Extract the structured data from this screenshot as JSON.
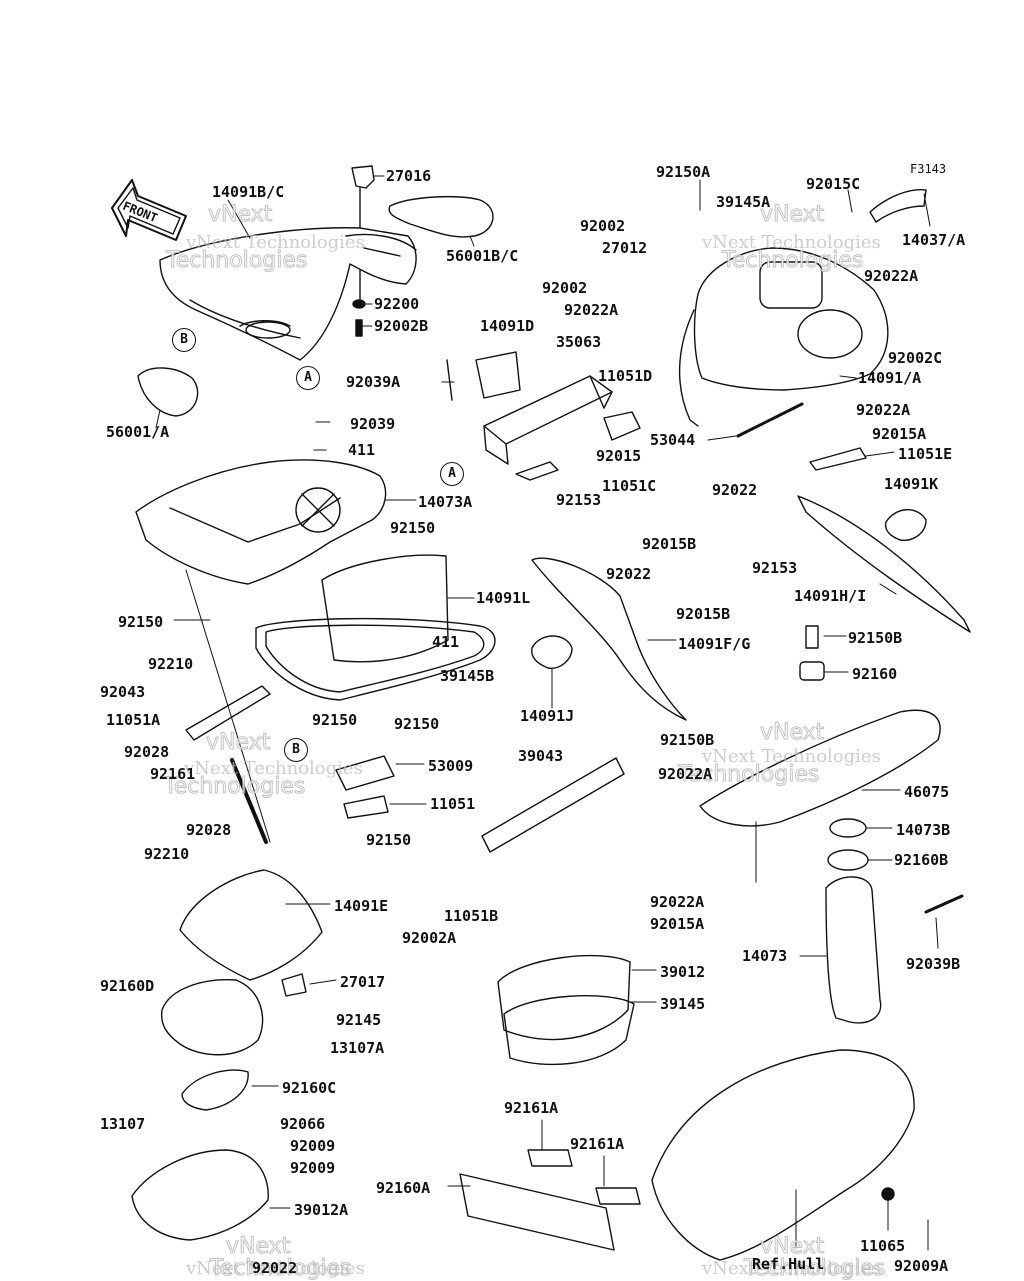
{
  "figure_code": "F3143",
  "watermarks": {
    "brand": "vNext Technologies",
    "word1": "vNext",
    "word2": "Technologies"
  },
  "front_arrow": "FRONT",
  "callouts": {
    "a": "A",
    "b": "B"
  },
  "parts": {
    "p_27016": "27016",
    "p_14091bc": "14091B/C",
    "p_56001bc": "56001B/C",
    "p_92200": "92200",
    "p_92002b": "92002B",
    "p_14091d": "14091D",
    "p_35063": "35063",
    "p_11051d": "11051D",
    "p_92039a": "92039A",
    "p_56001a": "56001/A",
    "p_92039": "92039",
    "p_411a": "411",
    "p_92015": "92015",
    "p_11051c": "11051C",
    "p_14073a": "14073A",
    "p_92150a_mid": "92150",
    "p_92153a": "92153",
    "p_92015b_a": "92015B",
    "p_92022_a": "92022",
    "p_92022_b": "92022",
    "p_92153b": "92153",
    "p_92015b_b": "92015B",
    "p_14091l": "14091L",
    "p_92150_left": "92150",
    "p_411b": "411",
    "p_39145b": "39145B",
    "p_14091fg": "14091F/G",
    "p_14091j": "14091J",
    "p_92210a": "92210",
    "p_92043": "92043",
    "p_11051a": "11051A",
    "p_92150_c": "92150",
    "p_92150_d": "92150",
    "p_92028a": "92028",
    "p_92161": "92161",
    "p_53009": "53009",
    "p_11051": "11051",
    "p_39043": "39043",
    "p_92150_e": "92150",
    "p_92028b": "92028",
    "p_92210b": "92210",
    "p_14091e": "14091E",
    "p_11051b": "11051B",
    "p_92002a_b": "92002A",
    "p_27017": "27017",
    "p_92160d": "92160D",
    "p_92145": "92145",
    "p_13107a": "13107A",
    "p_92160c": "92160C",
    "p_13107": "13107",
    "p_92066": "92066",
    "p_92009a": "92009",
    "p_92009b": "92009",
    "p_39012a": "39012A",
    "p_92022_bot": "92022",
    "p_39012": "39012",
    "p_39145": "39145",
    "p_92161a_1": "92161A",
    "p_92161a_2": "92161A",
    "p_92160a": "92160A",
    "p_refhull": "Ref.Hull",
    "p_11065": "11065",
    "p_92009a_r": "92009A",
    "p_92150a_top": "92150A",
    "p_39145a": "39145A",
    "p_92015c": "92015C",
    "p_92002_1": "92002",
    "p_27012": "27012",
    "p_14037a": "14037/A",
    "p_92002_2": "92002",
    "p_92022a_1": "92022A",
    "p_92022a_2": "92022A",
    "p_92002c": "92002C",
    "p_14091a": "14091/A",
    "p_92022a_3": "92022A",
    "p_53044": "53044",
    "p_92015a_1": "92015A",
    "p_11051e": "11051E",
    "p_14091k": "14091K",
    "p_14091hi": "14091H/I",
    "p_92150b_1": "92150B",
    "p_92160": "92160",
    "p_92150b_2": "92150B",
    "p_92022a_4": "92022A",
    "p_46075": "46075",
    "p_14073b": "14073B",
    "p_92160b": "92160B",
    "p_92022a_5": "92022A",
    "p_92015a_2": "92015A",
    "p_14073": "14073",
    "p_92039b": "92039B"
  }
}
